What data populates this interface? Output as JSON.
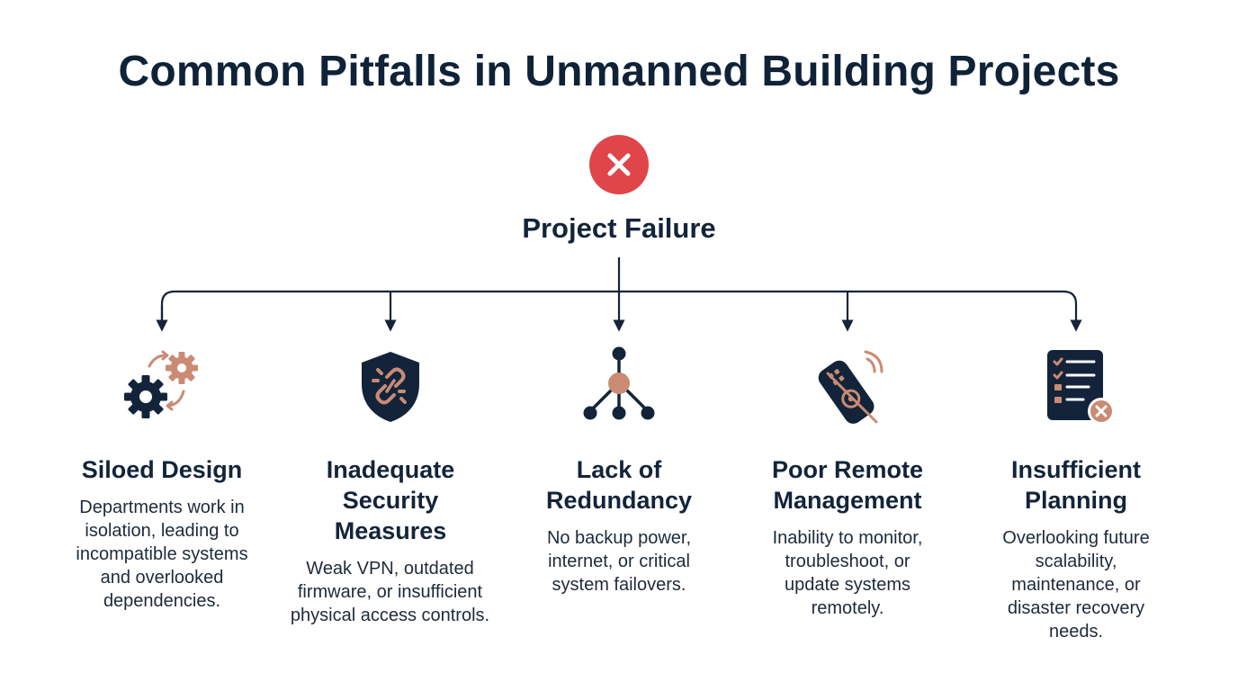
{
  "title": "Common Pitfalls in Unmanned Building Projects",
  "root": {
    "label": "Project Failure",
    "icon": "x-circle-icon",
    "color": "#e0454a"
  },
  "colors": {
    "navy": "#13243a",
    "accent": "#c98b73",
    "danger": "#e0454a"
  },
  "pitfalls": [
    {
      "icon": "gears-icon",
      "title": "Siloed Design",
      "description": "Departments work in isolation, leading to incompatible systems and overlooked dependencies."
    },
    {
      "icon": "shield-broken-link-icon",
      "title": "Inadequate Security Measures",
      "description": "Weak VPN, outdated firmware, or insufficient physical access controls."
    },
    {
      "icon": "network-node-icon",
      "title": "Lack of Redundancy",
      "description": "No backup power, internet, or critical system failovers."
    },
    {
      "icon": "remote-control-disabled-icon",
      "title": "Poor Remote Management",
      "description": "Inability to monitor, troubleshoot, or update systems remotely."
    },
    {
      "icon": "checklist-error-icon",
      "title": "Insufficient Planning",
      "description": "Overlooking future scalability, maintenance, or disaster recovery needs."
    }
  ]
}
